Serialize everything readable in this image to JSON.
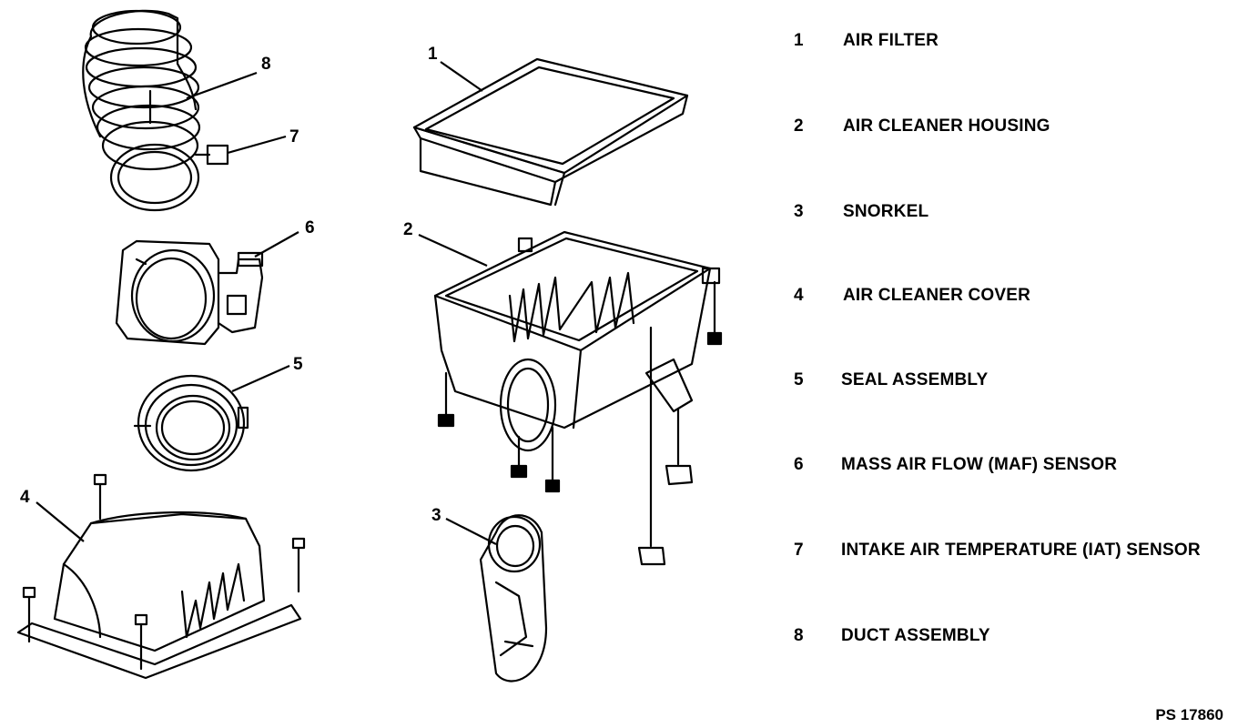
{
  "legend": [
    {
      "num": "1",
      "label": "AIR FILTER"
    },
    {
      "num": "2",
      "label": "AIR CLEANER HOUSING"
    },
    {
      "num": "3",
      "label": "SNORKEL"
    },
    {
      "num": "4",
      "label": "AIR CLEANER COVER"
    },
    {
      "num": "5",
      "label": "SEAL ASSEMBLY"
    },
    {
      "num": "6",
      "label": "MASS AIR FLOW (MAF) SENSOR"
    },
    {
      "num": "7",
      "label": "INTAKE AIR TEMPERATURE (IAT) SENSOR"
    },
    {
      "num": "8",
      "label": "DUCT ASSEMBLY"
    }
  ],
  "callouts": {
    "c1": "1",
    "c2": "2",
    "c3": "3",
    "c4": "4",
    "c5": "5",
    "c6": "6",
    "c7": "7",
    "c8": "8"
  },
  "figure_id": "PS 17860"
}
